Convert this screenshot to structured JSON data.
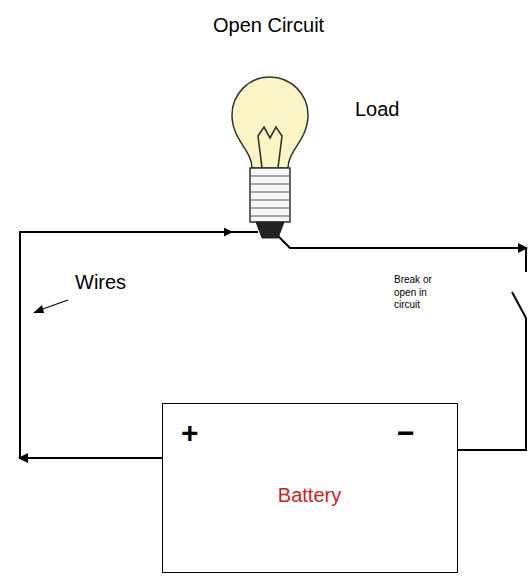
{
  "diagram": {
    "title": "Open Circuit",
    "nodes": [
      {
        "text": [
          "Load"
        ]
      },
      {
        "text": [
          "+",
          "−",
          "Battery"
        ]
      }
    ],
    "edges": [
      {
        "from": 1,
        "to": 0,
        "arrow": "to"
      },
      {
        "from": 0,
        "to": 1,
        "arrow": "none"
      }
    ],
    "labels": [
      "Wires",
      "Break or open in circuit"
    ]
  }
}
